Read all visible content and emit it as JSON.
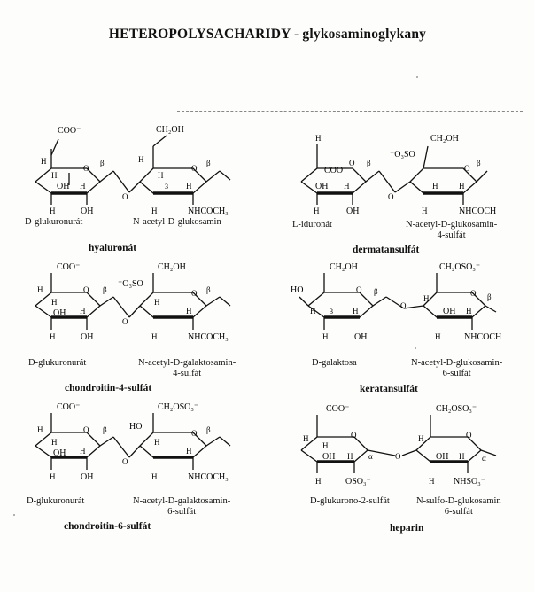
{
  "title": "HETEROPOLYSACHARIDY - glykosaminoglykany",
  "panels": [
    {
      "id": "hyaluronat",
      "sugar1": "D-glukuronurát",
      "sugar2": "N-acetyl-D-glukosamin",
      "name": "hyaluronát",
      "s1": {
        "top": "COO⁻",
        "c1": "H",
        "c2": "H",
        "c3": "OH",
        "c4": "H",
        "c5": "H",
        "c6": "H",
        "c7": "OH",
        "bonda": "β"
      },
      "s2": {
        "top": "CH₂OH",
        "c1": "H",
        "c2": "H",
        "c3": "H",
        "c4": "3",
        "c5": "H",
        "c6": "NHCOCH₃",
        "bond": "β",
        "h2": "H"
      }
    },
    {
      "id": "dermatansulfat",
      "sugar1": "L-iduronát",
      "sugar2": "N-acetyl-D-glukosamin-\n4-sulfát",
      "name": "dermatansulfát",
      "s1": {
        "top": "H",
        "c1": "COO⁻",
        "c2": "H",
        "c3": "OH",
        "c4": "H",
        "c5": "H",
        "c6": "OH",
        "bonda": "β"
      },
      "s2": {
        "top": "CH₂OH",
        "sub": "⁻O₃SO",
        "c1": "H",
        "c2": "H",
        "c3": "H",
        "c6": "NHCOCH",
        "bond": "β",
        "h2": "H"
      }
    },
    {
      "id": "chondroitin4",
      "sugar1": "D-glukuronurát",
      "sugar2": "N-acetyl-D-galaktosamin-\n4-sulfát",
      "name": "chondroitin-4-sulfát",
      "s1": {
        "top": "COO⁻",
        "c1": "H",
        "c2": "H",
        "c3": "OH",
        "c4": "H",
        "c5": "H",
        "c6": "OH",
        "bonda": "β"
      },
      "s2": {
        "top": "CH₂OH",
        "sub": "⁻O₃SO",
        "c1": "H",
        "c2": "H",
        "c3": "H",
        "c6": "NHCOCH₃",
        "bond": "β",
        "h2": "H"
      }
    },
    {
      "id": "keratansulfat",
      "sugar1": "D-galaktosa",
      "sugar2": "N-acetyl-D-glukosamin-\n6-sulfát",
      "name": "keratansulfát",
      "s1": {
        "top": "CH₂OH",
        "sub": "HO",
        "c1": "H",
        "c2": "H",
        "c3": "H",
        "c4": "3",
        "c5": "H",
        "c6": "OH",
        "bonda": "β"
      },
      "s2": {
        "top": "CH₂OSO₃⁻",
        "c1": "H",
        "c2": "OH",
        "c3": "H",
        "c6": "NHCOCH",
        "bond": "β",
        "h2": "H"
      }
    },
    {
      "id": "chondroitin6",
      "sugar1": "D-glukuronurát",
      "sugar2": "N-acetyl-D-galaktosamin-\n6-sulfát",
      "name": "chondroitin-6-sulfát",
      "s1": {
        "top": "COO⁻",
        "c1": "H",
        "c2": "H",
        "c3": "OH",
        "c4": "H",
        "c5": "H",
        "c6": "OH",
        "bonda": "β"
      },
      "s2": {
        "top": "CH₂OSO₃⁻",
        "sub": "HO",
        "c1": "H",
        "c2": "H",
        "c3": "H",
        "c6": "NHCOCH₃",
        "bond": "β",
        "h2": "H"
      }
    },
    {
      "id": "heparin",
      "sugar1": "D-glukurono-2-sulfát",
      "sugar2": "N-sulfo-D-glukosamin\n6-sulfát",
      "name": "heparin",
      "s1": {
        "top": "COO⁻",
        "c1": "H",
        "c2": "H",
        "c3": "OH",
        "c4": "H",
        "c5": "H",
        "c6": "OSO₃⁻",
        "bonda": "α"
      },
      "s2": {
        "top": "CH₂OSO₃⁻",
        "c1": "H",
        "c2": "OH",
        "c3": "H",
        "c6": "NHSO₃⁻",
        "bond": "α",
        "h2": "H"
      }
    }
  ]
}
